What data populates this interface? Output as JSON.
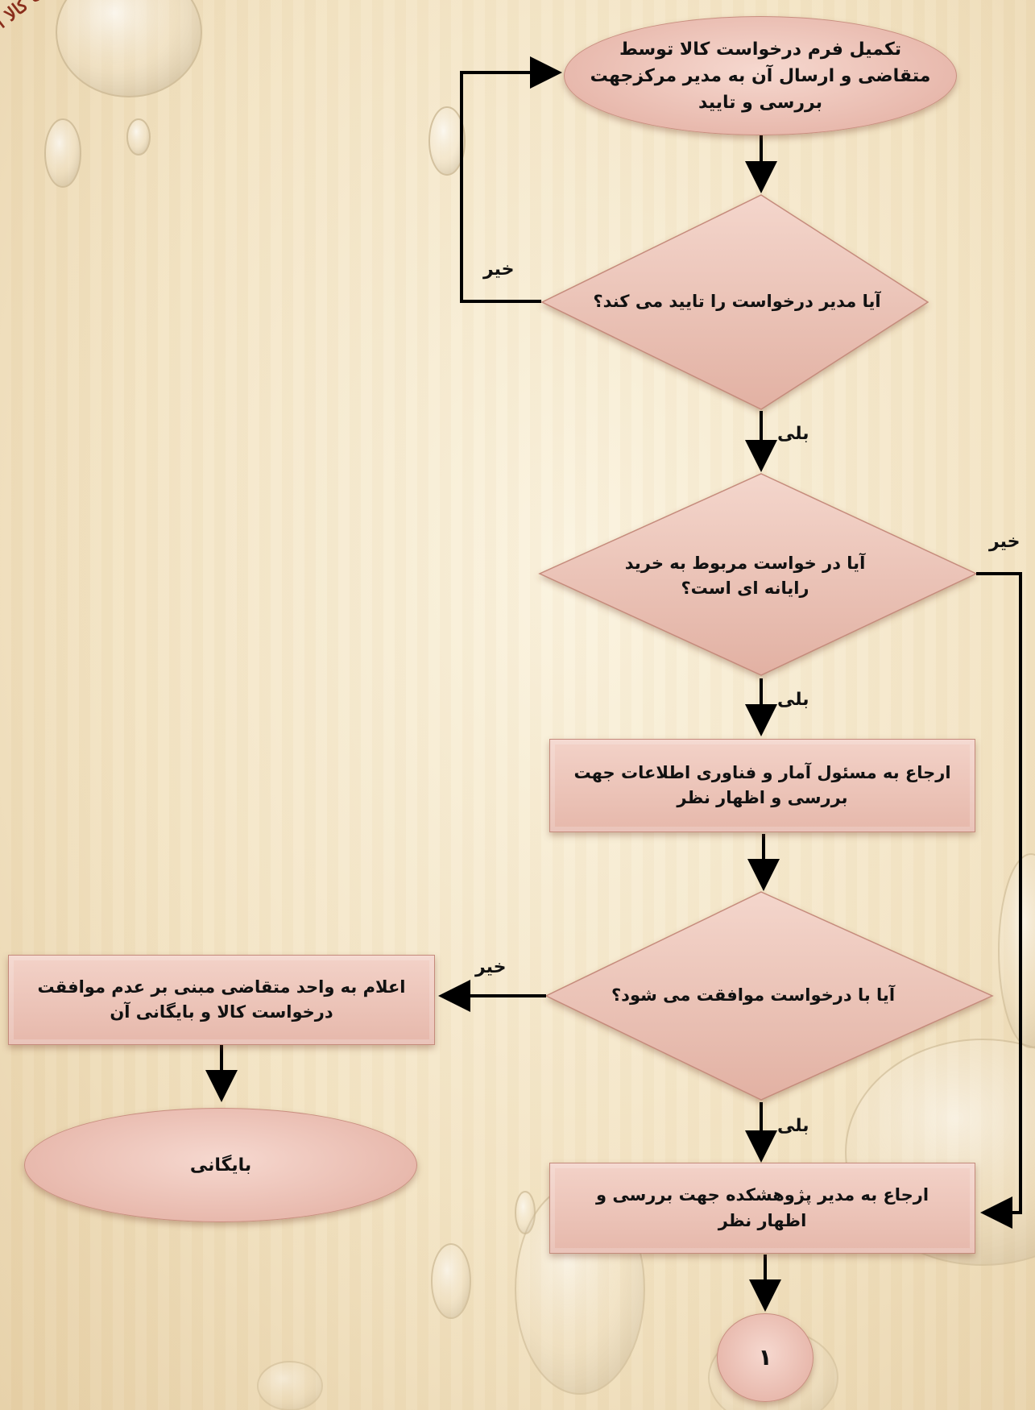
{
  "corner_title": "خواست کالا ا",
  "nodes": {
    "start": [
      "تکمیل فرم درخواست کالا توسط",
      "متقاضی و ارسال آن به مدیر مرکزجهت",
      "بررسی و تایید"
    ],
    "decision_manager": [
      "آیا مدیر درخواست را تایید می کند؟"
    ],
    "decision_computer": [
      "آیا در خواست مربوط به خرید",
      "رایانه ای است؟"
    ],
    "refer_it": [
      "ارجاع به مسئول آمار و فناوری اطلاعات جهت",
      "بررسی و اظهار نظر"
    ],
    "decision_approve": [
      "آیا با درخواست موافقت می شود؟"
    ],
    "notify_reject": [
      "اعلام به واحد متقاضی مبنی بر عدم موافقت",
      "درخواست کالا و بایگانی آن"
    ],
    "archive": [
      "بایگانی"
    ],
    "refer_institute": [
      "ارجاع به مدیر پژوهشکده جهت بررسی و",
      "اظهار نظر"
    ],
    "connector": [
      "۱"
    ]
  },
  "edge_labels": {
    "no": "خیر",
    "yes": "بلی"
  },
  "colors": {
    "node_fill": "#e8b9ad",
    "line": "#000000",
    "corner_text": "#8a2e1c"
  }
}
